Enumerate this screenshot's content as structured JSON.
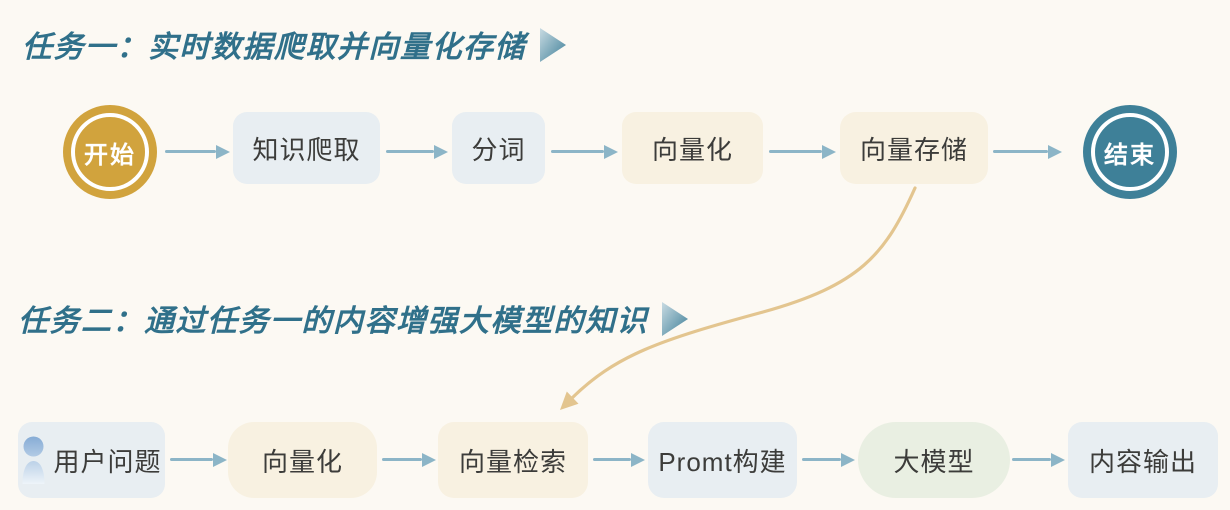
{
  "task1": {
    "title": "任务一：实时数据爬取并向量化存储",
    "start_label": "开始",
    "steps": [
      "知识爬取",
      "分词",
      "向量化",
      "向量存储"
    ],
    "end_label": "结束"
  },
  "task2": {
    "title": "任务二：通过任务一的内容增强大模型的知识",
    "steps": [
      "用户问题",
      "向量化",
      "向量检索",
      "Promt构建",
      "大模型",
      "内容输出"
    ]
  },
  "connector": {
    "from": "向量存储",
    "to": "向量检索"
  },
  "icons": {
    "task_marker": "play-triangle-icon",
    "user": "person-icon",
    "flow_arrow": "right-arrow-icon",
    "cross_task_link": "curved-arrow-icon"
  },
  "colors": {
    "background": "#fcf9f3",
    "title_teal": "#30708a",
    "start_gold": "#d1a33d",
    "end_teal": "#3e8098",
    "node_blue": "#e8eef2",
    "node_cream": "#f8f1e1",
    "node_green": "#e9efe2",
    "arrow_blue": "#8cb5c7",
    "connector_gold": "#e3c58f",
    "node_text": "#3c3c3a"
  }
}
